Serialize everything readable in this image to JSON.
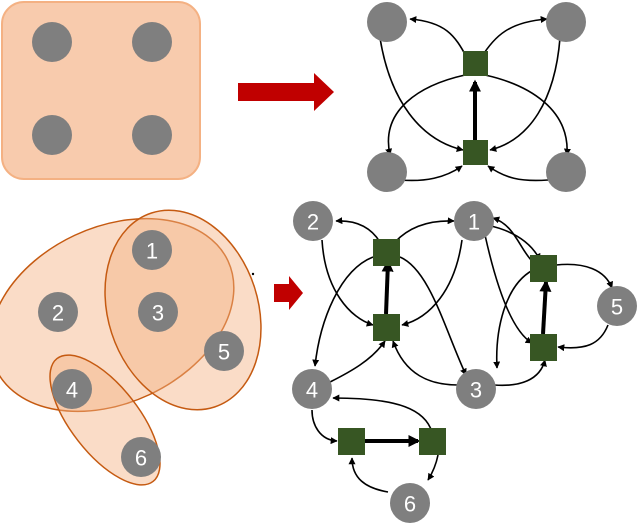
{
  "colors": {
    "node_gray": "#7f7f7f",
    "hub_green": "#375623",
    "hyperedge_fill": "#f4b183",
    "hyperedge_stroke": "#c55a11",
    "arrow_red": "#c00000"
  },
  "bottom_left": {
    "nodes": [
      {
        "id": "v1",
        "label": "1"
      },
      {
        "id": "v2",
        "label": "2"
      },
      {
        "id": "v3",
        "label": "3"
      },
      {
        "id": "v4",
        "label": "4"
      },
      {
        "id": "v5",
        "label": "5"
      },
      {
        "id": "v6",
        "label": "6"
      }
    ]
  },
  "bottom_right": {
    "nodes": [
      {
        "id": "n1",
        "label": "1"
      },
      {
        "id": "n2",
        "label": "2"
      },
      {
        "id": "n3",
        "label": "3"
      },
      {
        "id": "n4",
        "label": "4"
      },
      {
        "id": "n5",
        "label": "5"
      },
      {
        "id": "n6",
        "label": "6"
      }
    ]
  }
}
